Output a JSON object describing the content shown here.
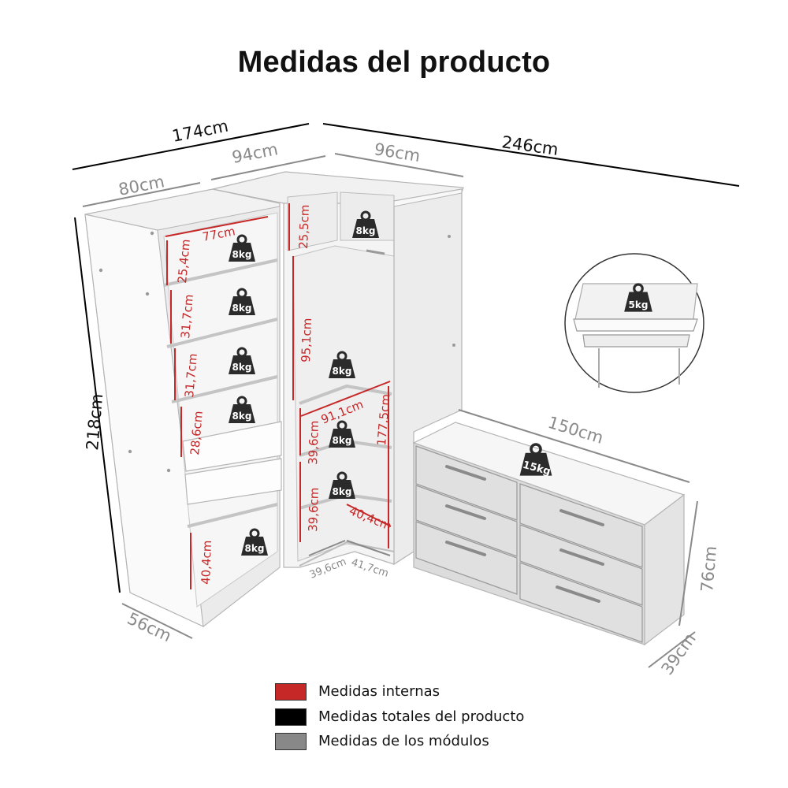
{
  "title": "Medidas del producto",
  "colors": {
    "internal": "#c62828",
    "total": "#000000",
    "module": "#888888"
  },
  "dimensions": {
    "total_width_left": "174cm",
    "total_width_right": "246cm",
    "total_height": "218cm",
    "module_left_width": "80cm",
    "module_corner_width": "94cm",
    "module_right_width": "96cm",
    "module_depth": "56cm",
    "dresser_width": "150cm",
    "dresser_height": "76cm",
    "dresser_depth": "39cm"
  },
  "internal": {
    "shelf_width": "77cm",
    "left_h1": "25,4cm",
    "left_h2": "31,7cm",
    "left_h3": "31,7cm",
    "left_h4": "28,6cm",
    "left_h5": "40,4cm",
    "corner_top": "25,5cm",
    "corner_hang": "95,1cm",
    "corner_width": "91,1cm",
    "corner_tall": "177,5cm",
    "corner_h1": "39,6cm",
    "corner_h2": "39,6cm",
    "corner_shelf": "40,4cm",
    "base_a": "39,6cm",
    "base_b": "41,7cm"
  },
  "weights": {
    "shelf": "8kg",
    "drawer": "5kg",
    "dresser_top": "15kg"
  },
  "legend": [
    {
      "label": "Medidas internas",
      "color": "#c62828"
    },
    {
      "label": "Medidas totales del producto",
      "color": "#000000"
    },
    {
      "label": "Medidas de los módulos",
      "color": "#888888"
    }
  ]
}
